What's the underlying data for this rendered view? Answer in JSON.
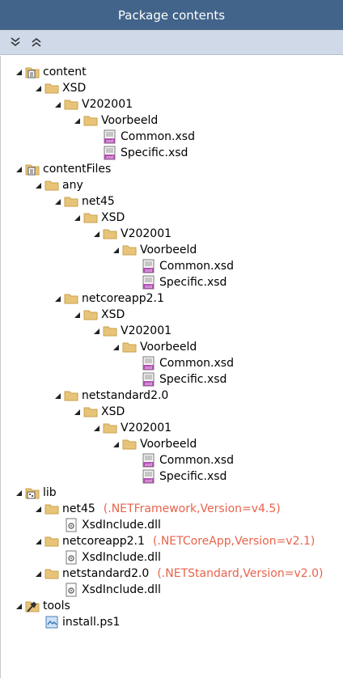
{
  "window": {
    "title": "Package contents"
  },
  "toolbar": {
    "expand_all_icon": "double-chevron-down-icon",
    "collapse_all_icon": "double-chevron-up-icon"
  },
  "colors": {
    "titlebar": "#42648a",
    "toolbar": "#cfd9e8",
    "folder": "#e8c478",
    "framework_text": "#e8634a"
  },
  "tree": [
    {
      "label": "content",
      "icon": "package-folder-icon",
      "depth": 0,
      "expanded": true
    },
    {
      "label": "XSD",
      "icon": "folder-icon",
      "depth": 1,
      "expanded": true
    },
    {
      "label": "V202001",
      "icon": "folder-icon",
      "depth": 2,
      "expanded": true
    },
    {
      "label": "Voorbeeld",
      "icon": "folder-icon",
      "depth": 3,
      "expanded": true
    },
    {
      "label": "Common.xsd",
      "icon": "xsd-file-icon",
      "depth": 4
    },
    {
      "label": "Specific.xsd",
      "icon": "xsd-file-icon",
      "depth": 4
    },
    {
      "label": "contentFiles",
      "icon": "package-folder-icon",
      "depth": 0,
      "expanded": true
    },
    {
      "label": "any",
      "icon": "folder-icon",
      "depth": 1,
      "expanded": true
    },
    {
      "label": "net45",
      "icon": "folder-icon",
      "depth": 2,
      "expanded": true
    },
    {
      "label": "XSD",
      "icon": "folder-icon",
      "depth": 3,
      "expanded": true
    },
    {
      "label": "V202001",
      "icon": "folder-icon",
      "depth": 4,
      "expanded": true
    },
    {
      "label": "Voorbeeld",
      "icon": "folder-icon",
      "depth": 5,
      "expanded": true
    },
    {
      "label": "Common.xsd",
      "icon": "xsd-file-icon",
      "depth": 6
    },
    {
      "label": "Specific.xsd",
      "icon": "xsd-file-icon",
      "depth": 6
    },
    {
      "label": "netcoreapp2.1",
      "icon": "folder-icon",
      "depth": 2,
      "expanded": true
    },
    {
      "label": "XSD",
      "icon": "folder-icon",
      "depth": 3,
      "expanded": true
    },
    {
      "label": "V202001",
      "icon": "folder-icon",
      "depth": 4,
      "expanded": true
    },
    {
      "label": "Voorbeeld",
      "icon": "folder-icon",
      "depth": 5,
      "expanded": true
    },
    {
      "label": "Common.xsd",
      "icon": "xsd-file-icon",
      "depth": 6
    },
    {
      "label": "Specific.xsd",
      "icon": "xsd-file-icon",
      "depth": 6
    },
    {
      "label": "netstandard2.0",
      "icon": "folder-icon",
      "depth": 2,
      "expanded": true
    },
    {
      "label": "XSD",
      "icon": "folder-icon",
      "depth": 3,
      "expanded": true
    },
    {
      "label": "V202001",
      "icon": "folder-icon",
      "depth": 4,
      "expanded": true
    },
    {
      "label": "Voorbeeld",
      "icon": "folder-icon",
      "depth": 5,
      "expanded": true
    },
    {
      "label": "Common.xsd",
      "icon": "xsd-file-icon",
      "depth": 6
    },
    {
      "label": "Specific.xsd",
      "icon": "xsd-file-icon",
      "depth": 6
    },
    {
      "label": "lib",
      "icon": "lib-folder-icon",
      "depth": 0,
      "expanded": true
    },
    {
      "label": "net45",
      "icon": "folder-icon",
      "depth": 1,
      "expanded": true,
      "framework": "(.NETFramework,Version=v4.5)"
    },
    {
      "label": "XsdInclude.dll",
      "icon": "dll-file-icon",
      "depth": 2
    },
    {
      "label": "netcoreapp2.1",
      "icon": "folder-icon",
      "depth": 1,
      "expanded": true,
      "framework": "(.NETCoreApp,Version=v2.1)"
    },
    {
      "label": "XsdInclude.dll",
      "icon": "dll-file-icon",
      "depth": 2
    },
    {
      "label": "netstandard2.0",
      "icon": "folder-icon",
      "depth": 1,
      "expanded": true,
      "framework": "(.NETStandard,Version=v2.0)"
    },
    {
      "label": "XsdInclude.dll",
      "icon": "dll-file-icon",
      "depth": 2
    },
    {
      "label": "tools",
      "icon": "tools-folder-icon",
      "depth": 0,
      "expanded": true
    },
    {
      "label": "install.ps1",
      "icon": "script-file-icon",
      "depth": 1
    }
  ]
}
